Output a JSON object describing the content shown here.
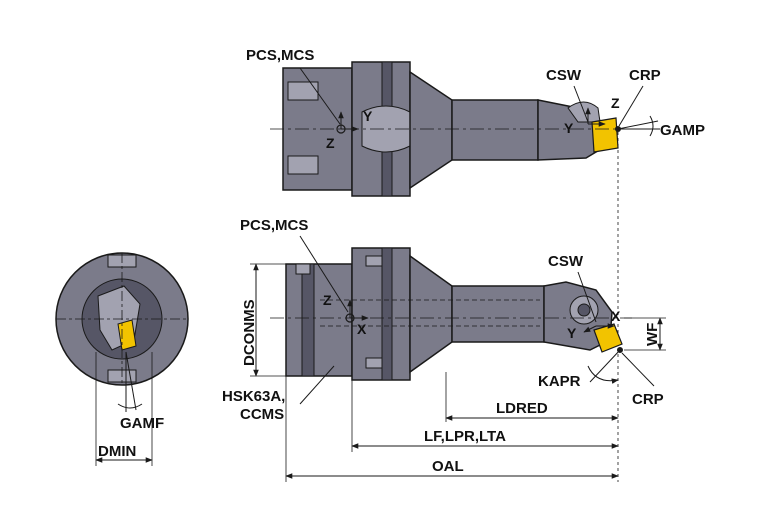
{
  "colors": {
    "body": "#7b7b8a",
    "body_dark": "#565666",
    "body_light": "#a2a2b0",
    "insert": "#f2c300",
    "insert_dark": "#b58e00",
    "line": "#1a1a1a",
    "background": "#ffffff"
  },
  "top_view": {
    "pcs_label": "PCS,MCS",
    "csw_label": "CSW",
    "crp_label": "CRP",
    "gamp_label": "GAMP",
    "axis_y_body": "Y",
    "axis_z_body": "Z",
    "axis_y_tip": "Y",
    "axis_z_tip": "Z"
  },
  "side_view": {
    "pcs_label": "PCS,MCS",
    "csw_label": "CSW",
    "crp_label": "CRP",
    "kapr_label": "KAPR",
    "wf_label": "WF",
    "dconms_label": "DCONMS",
    "hsk_label_line1": "HSK63A,",
    "hsk_label_line2": "CCMS",
    "ldred_label": "LDRED",
    "lf_label": "LF,LPR,LTA",
    "oal_label": "OAL",
    "axis_z_body": "Z",
    "axis_x_body": "X",
    "axis_x_tip": "X",
    "axis_y_tip": "Y"
  },
  "end_view": {
    "gamf_label": "GAMF",
    "dmin_label": "DMIN"
  }
}
